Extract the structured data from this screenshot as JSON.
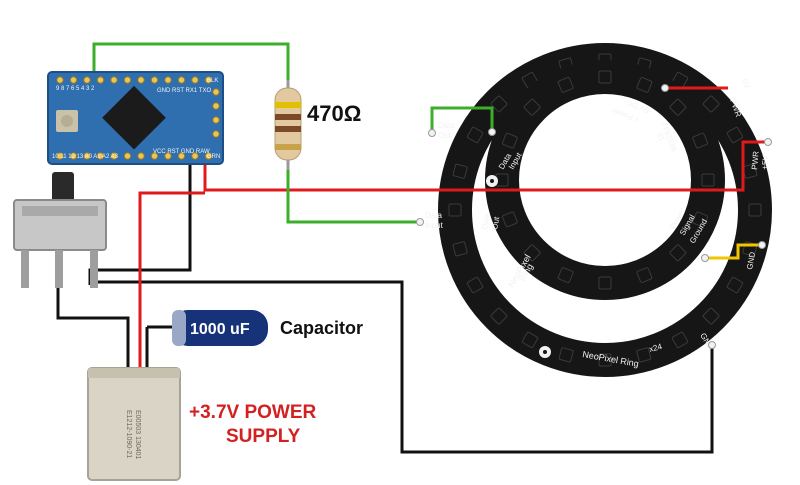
{
  "resistor": {
    "value_label": "470Ω"
  },
  "capacitor": {
    "body_label": "1000 uF",
    "caption": "Capacitor"
  },
  "battery": {
    "line1": "+3.7V POWER",
    "line2": "SUPPLY",
    "imprint1": "E00503 130401",
    "imprint2": "E1212-1090-21"
  },
  "microcontroller": {
    "top_pins": "GND RST RX1 TXO",
    "blk": "BLK",
    "bottom_pins": "VCC RST GND RAW",
    "grn": "GRN",
    "left_nums": "10 11 12 13 A0 A1 A2 A3",
    "top_nums": "9 8 7 6 5 4 3 2"
  },
  "outer_ring": {
    "data_input": [
      "Data",
      "Input"
    ],
    "data_out": [
      "Data",
      "Out"
    ],
    "pwr": [
      "PWR",
      "5V"
    ],
    "pwr2": [
      "PWR",
      "+5V"
    ],
    "gnd": "GND",
    "gnd2": "GND",
    "name": "NeoPixel Ring",
    "count": "x24"
  },
  "inner_ring": {
    "data_out": [
      "Data",
      "Out"
    ],
    "data_input": [
      "Data",
      "Input"
    ],
    "power": [
      "+ Power",
      "5V DC"
    ],
    "model": [
      "16",
      "WS2812"
    ],
    "power_signal": [
      "Power",
      "Signal"
    ],
    "ground": "Ground",
    "name": [
      "NeoPixel",
      "Ring"
    ]
  },
  "colors": {
    "wire_red": "#e0191b",
    "wire_green": "#3dae2b",
    "wire_black": "#111111",
    "wire_yellow": "#f2c500",
    "ring_black": "#161616",
    "board_blue": "#2f6fb0",
    "battery_silver": "#d9d4c6",
    "power_label_red": "#d42020",
    "capacitor_blue": "#16337a"
  }
}
